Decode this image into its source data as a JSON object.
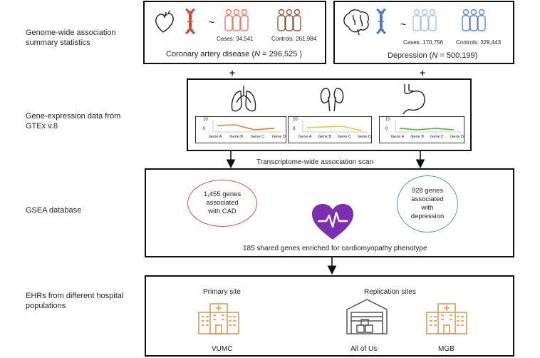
{
  "left_labels": {
    "gwas": [
      "Genome-wide association",
      "summary statistics"
    ],
    "gtex": [
      "Gene-expression data from",
      "GTEx v.8"
    ],
    "gsea": "GSEA database",
    "ehr": [
      "EHRs from different hospital",
      "populations"
    ]
  },
  "cad": {
    "cases": "Cases: 34,541",
    "controls": "Controls: 261,984",
    "title_prefix": "Coronary artery disease (",
    "n": "N",
    "title_suffix": " = 296,525 )"
  },
  "depression": {
    "cases": "Cases: 170,756",
    "controls": "Controls: 329,443",
    "title_prefix": "Depression (",
    "n": "N",
    "title_suffix": " = 500,199)"
  },
  "symbols": {
    "tilde": "~",
    "plus": "+"
  },
  "tissues": [
    {
      "icon": "lungs-icon",
      "ymax": "10",
      "ymin": "0",
      "line_color": "#e07b2e",
      "genes": [
        "Gene A",
        "Gene B",
        "Gene C",
        "Gene D"
      ]
    },
    {
      "icon": "kidney-icon",
      "ymax": "20",
      "ymin": "0",
      "line_color": "#f2c12e",
      "genes": [
        "Gene A",
        "Gene B",
        "Gene C",
        "Gene D"
      ]
    },
    {
      "icon": "stomach-icon",
      "ymax": "10",
      "ymin": "0",
      "line_color": "#4caf3a",
      "genes": [
        "Gene A",
        "Gene B",
        "Gene C",
        "Gene D"
      ]
    }
  ],
  "twas_label": "Transcriptome-wide association scan",
  "gsea": {
    "cad_genes": [
      "1,455 genes",
      "associated",
      "with CAD"
    ],
    "dep_genes": [
      "928 genes",
      "associated",
      "with",
      "depression"
    ],
    "shared": "185 shared genes enriched for cardiomyopathy phenotype",
    "colors": {
      "cad_circle": "#d9534f",
      "dep_circle": "#5b8fd1",
      "heart": "#7b2fb0"
    }
  },
  "ehr": {
    "primary_title": "Primary site",
    "replication_title": "Replication sites",
    "sites": [
      "VUMC",
      "All of Us",
      "MGB"
    ],
    "colors": {
      "hospital": "#d4954a"
    }
  },
  "colors": {
    "dna_red": "#d9412f",
    "dna_blue": "#4a77c9",
    "people_red": "#e47a6b",
    "people_brown": "#8b5a44",
    "people_lightblue": "#a9c2e6",
    "people_blue": "#5a86c9"
  }
}
